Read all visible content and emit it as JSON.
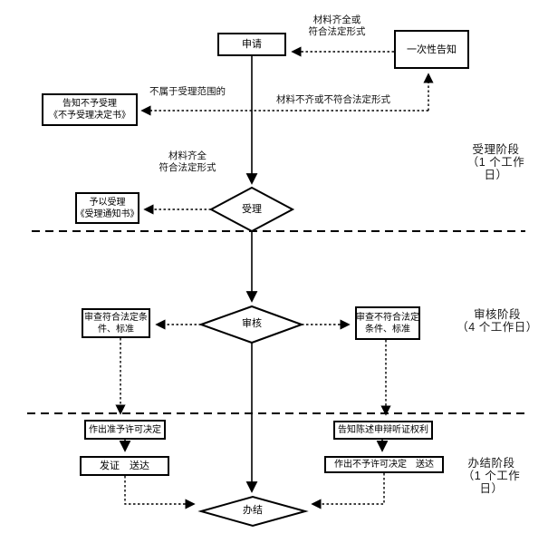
{
  "diagram": {
    "nodes": {
      "apply": {
        "label": "申请"
      },
      "one_time_notice": {
        "label": "一次性告知"
      },
      "reject_notice": {
        "line1": "告知不予受理",
        "line2": "《不予受理决定书》"
      },
      "grant_accept": {
        "line1": "予以受理",
        "line2": "《受理通知书》"
      },
      "accept_decision": {
        "label": "受理"
      },
      "review_decision": {
        "label": "审核"
      },
      "complete_decision": {
        "label": "办结"
      },
      "review_pass": {
        "line1": "审查符合法定条",
        "line2": "件、标准"
      },
      "review_fail": {
        "line1": "审查不符合法定",
        "line2": "条件、标准"
      },
      "grant_decision": {
        "label": "作出准予许可决定"
      },
      "issue_deliver": {
        "label": "发证　送达"
      },
      "notify_rights": {
        "label": "告知陈述申辩听证权利"
      },
      "deny_decision": {
        "label": "作出不予许可决定　送达"
      }
    },
    "edge_labels": {
      "materials_complete_or_legal": {
        "line1": "材料齐全或",
        "line2": "符合法定形式"
      },
      "out_of_scope": "不属于受理范围的",
      "materials_incomplete": "材料不齐或不符合法定形式",
      "materials_complete_legal": {
        "line1": "材料齐全",
        "line2": "符合法定形式"
      }
    },
    "stages": {
      "accept": {
        "line1": "受理阶段",
        "line2": "（1 个工作",
        "line3": "日）"
      },
      "review": {
        "line1": "审核阶段",
        "line2": "（4 个工作日）"
      },
      "complete": {
        "line1": "办结阶段",
        "line2": "（1 个工作",
        "line3": "日）"
      }
    },
    "colors": {
      "line": "#000000",
      "background": "#ffffff"
    }
  }
}
